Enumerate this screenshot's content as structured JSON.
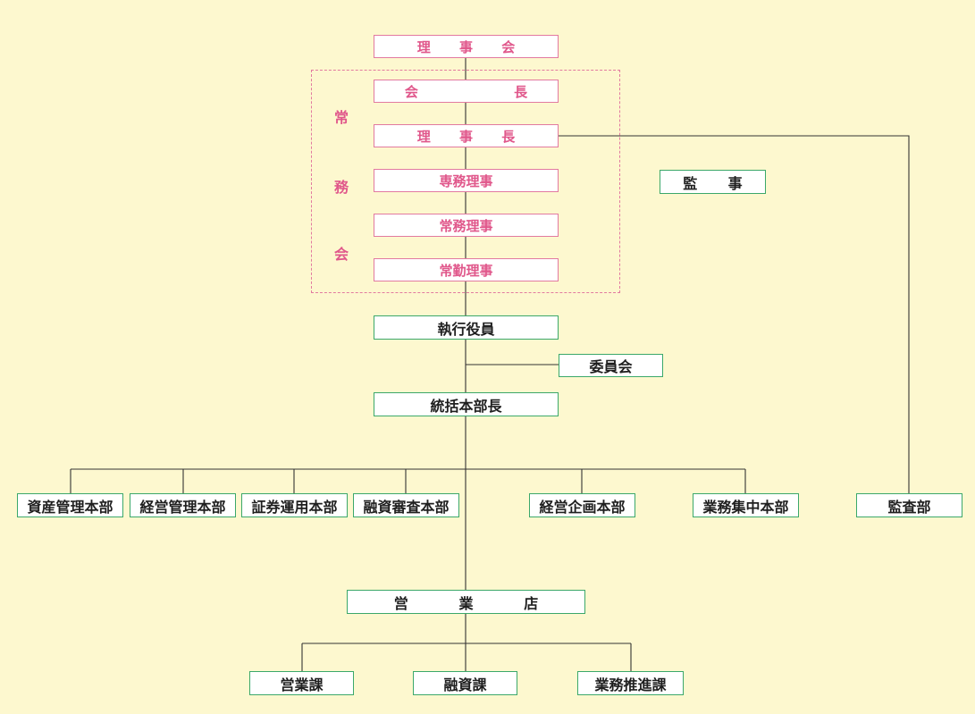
{
  "committee": {
    "chars": [
      "常",
      "務",
      "会"
    ]
  },
  "nodes": {
    "board": "理 事 会",
    "chairman": "会 長",
    "president": "理 事 長",
    "senior_md": "専務理事",
    "managing_director": "常務理事",
    "full_time_director": "常勤理事",
    "auditor": "監 事",
    "executive_officers": "執行役員",
    "committees": "委員会",
    "general_manager": "統括本部長",
    "asset_mgmt": "資産管理本部",
    "business_mgmt": "経営管理本部",
    "securities_ops": "証券運用本部",
    "loan_review": "融資審査本部",
    "business_planning": "経営企画本部",
    "operations_center": "業務集中本部",
    "audit_dept": "監査部",
    "branches": "営 業 店",
    "sales_section": "営業課",
    "loan_section": "融資課",
    "promotion_section": "業務推進課"
  },
  "colors": {
    "background": "#fdf8cf",
    "pink_border": "#e27aa0",
    "pink_text": "#e0578b",
    "green_border": "#3ba86a",
    "line": "#333333"
  }
}
